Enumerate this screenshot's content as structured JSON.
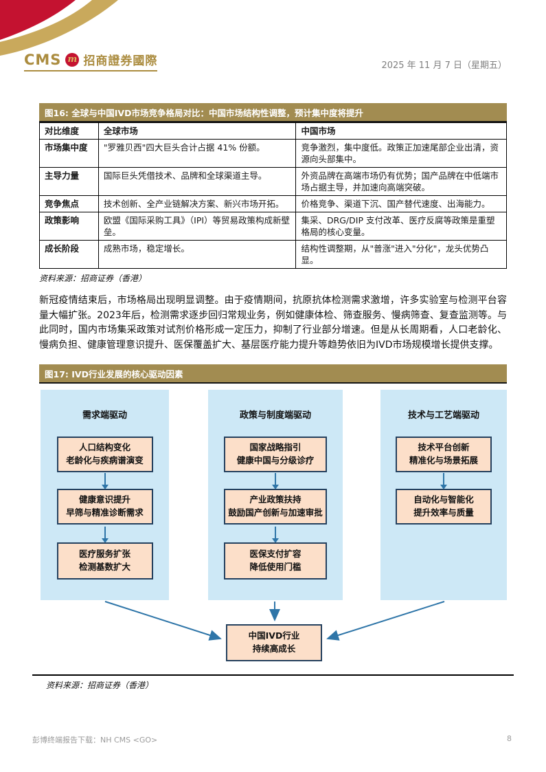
{
  "colors": {
    "brand_gold": "#ab8c3f",
    "titlebar_gold": "#a28c51",
    "brand_red": "#c41230",
    "panel_blue": "#cde8f6",
    "box_peach": "#fcdfc9",
    "box_border_navy": "#24405e",
    "arrow_blue": "#2e75a8",
    "footer_gray": "#9a9a9a"
  },
  "header": {
    "logo_cms": "CMS",
    "logo_badge": "m",
    "logo_brand": "招商證券國際",
    "date": "2025 年 11 月 7 日（星期五）"
  },
  "table16": {
    "title": "图16:  全球与中国IVD市场竞争格局对比：中国市场结构性调整，预计集中度将提升",
    "columns": [
      "对比维度",
      "全球市场",
      "中国市场"
    ],
    "rows": [
      {
        "dim": "市场集中度",
        "global": "\"罗雅贝西\"四大巨头合计占据 41% 份额。",
        "china": "竞争激烈，集中度低。政策正加速尾部企业出清，资源向头部集中。"
      },
      {
        "dim": "主导力量",
        "global": "国际巨头凭借技术、品牌和全球渠道主导。",
        "china": "外资品牌在高端市场仍有优势；国产品牌在中低端市场占据主导，并加速向高端突破。"
      },
      {
        "dim": "竞争焦点",
        "global": "技术创新、全产业链解决方案、新兴市场开拓。",
        "china": "价格竞争、渠道下沉、国产替代速度、出海能力。"
      },
      {
        "dim": "政策影响",
        "global": "欧盟《国际采购工具》（IPI）等贸易政策构成新壁垒。",
        "china": "集采、DRG/DIP 支付改革、医疗反腐等政策是重塑格局的核心变量。"
      },
      {
        "dim": "成长阶段",
        "global": "成熟市场，稳定增长。",
        "china": "结构性调整期，从\"普涨\"进入\"分化\"，龙头优势凸显。"
      }
    ],
    "source": "资料来源：招商证券（香港）"
  },
  "paragraph": "新冠疫情结束后，市场格局出现明显调整。由于疫情期间，抗原抗体检测需求激增，许多实验室与检测平台容量大幅扩张。2023年后，检测需求逐步回归常规业务，例如健康体检、筛查服务、慢病筛查、复查监测等。与此同时，国内市场集采政策对试剂价格形成一定压力，抑制了行业部分增速。但是从长周期看，人口老龄化、慢病负担、健康管理意识提升、医保覆盖扩大、基层医疗能力提升等趋势依旧为IVD市场规模增长提供支撑。",
  "figure17": {
    "title": "图17:  IVD行业发展的核心驱动因素",
    "columns": [
      {
        "header": "需求端驱动",
        "boxes": [
          {
            "line1": "人口结构变化",
            "line2": "老龄化与疾病谱演变"
          },
          {
            "line1": "健康意识提升",
            "line2": "早筛与精准诊断需求"
          },
          {
            "line1": "医疗服务扩张",
            "line2": "检测基数扩大"
          }
        ]
      },
      {
        "header": "政策与制度端驱动",
        "boxes": [
          {
            "line1": "国家战略指引",
            "line2": "健康中国与分级诊疗"
          },
          {
            "line1": "产业政策扶持",
            "line2": "鼓励国产创新与加速审批"
          },
          {
            "line1": "医保支付扩容",
            "line2": "降低使用门槛"
          }
        ]
      },
      {
        "header": "技术与工艺端驱动",
        "boxes": [
          {
            "line1": "技术平台创新",
            "line2": "精准化与场景拓展"
          },
          {
            "line1": "自动化与智能化",
            "line2": "提升效率与质量"
          }
        ]
      }
    ],
    "final_box": {
      "line1": "中国IVD行业",
      "line2": "持续高成长"
    },
    "source": "资料来源：招商证券（香港）"
  },
  "footer": {
    "left": "彭博终端报告下载：NH CMS <GO>",
    "page": "8"
  }
}
